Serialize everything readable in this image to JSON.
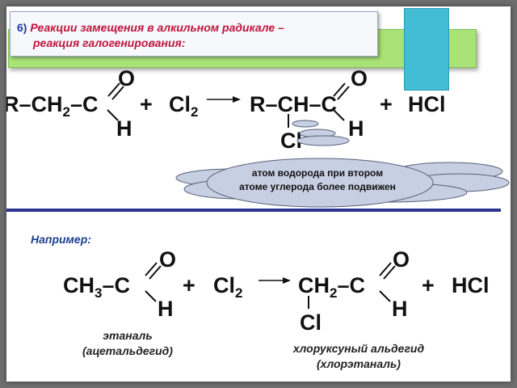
{
  "title": {
    "number": "6)",
    "line1": "Реакции  замещения в алкильном радикале –",
    "line2": "реакция галогенирования:"
  },
  "reaction1": {
    "reactant_chain": [
      "R–CH",
      "2",
      "–C"
    ],
    "o_label": "O",
    "h_label": "H",
    "plus1": "+",
    "cl2": [
      "Cl",
      "2"
    ],
    "product_chain": "R–CH–C",
    "product_o": "O",
    "product_h": "H",
    "product_cl": "Cl",
    "plus2": "+",
    "hcl": "HCl"
  },
  "cloud_note": {
    "line1": "атом водорода при втором",
    "line2": "атоме углерода более подвижен"
  },
  "example": {
    "label": "Например:",
    "reactant_chain": [
      "CH",
      "3",
      "–C"
    ],
    "o_label": "O",
    "h_label": "H",
    "plus1": "+",
    "cl2": [
      "Cl",
      "2"
    ],
    "product_chain": [
      "CH",
      "2",
      "–C"
    ],
    "product_o": "O",
    "product_h": "H",
    "product_cl": "Cl",
    "plus2": "+",
    "hcl": "HCl",
    "reactant_name": [
      "этаналь",
      "(ацетальдегид)"
    ],
    "product_name": [
      "хлоруксуный альдегид",
      "(хлорэтаналь)"
    ]
  },
  "colors": {
    "title_red": "#c0143c",
    "title_blue": "#1f3d9c",
    "green_bar": "#a9e276",
    "teal_block": "#43bcd6",
    "divider": "#2e3592",
    "cloud_fill": "#c7cfe2"
  }
}
